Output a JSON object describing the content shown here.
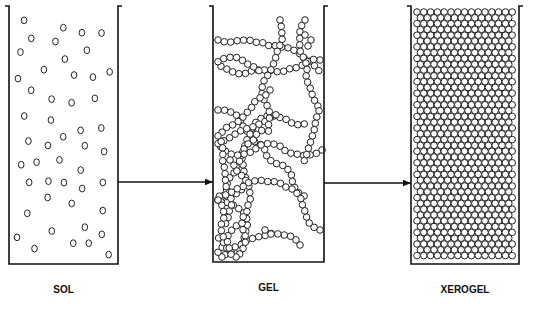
{
  "diagram": {
    "nodes": [
      {
        "text": [
          "SOL"
        ]
      },
      {
        "text": [
          "GEL"
        ]
      },
      {
        "text": [
          "XEROGEL"
        ]
      }
    ],
    "edges": [
      {
        "from": 0,
        "to": 1,
        "arrow": "to"
      },
      {
        "from": 1,
        "to": 2,
        "arrow": "to"
      }
    ]
  }
}
